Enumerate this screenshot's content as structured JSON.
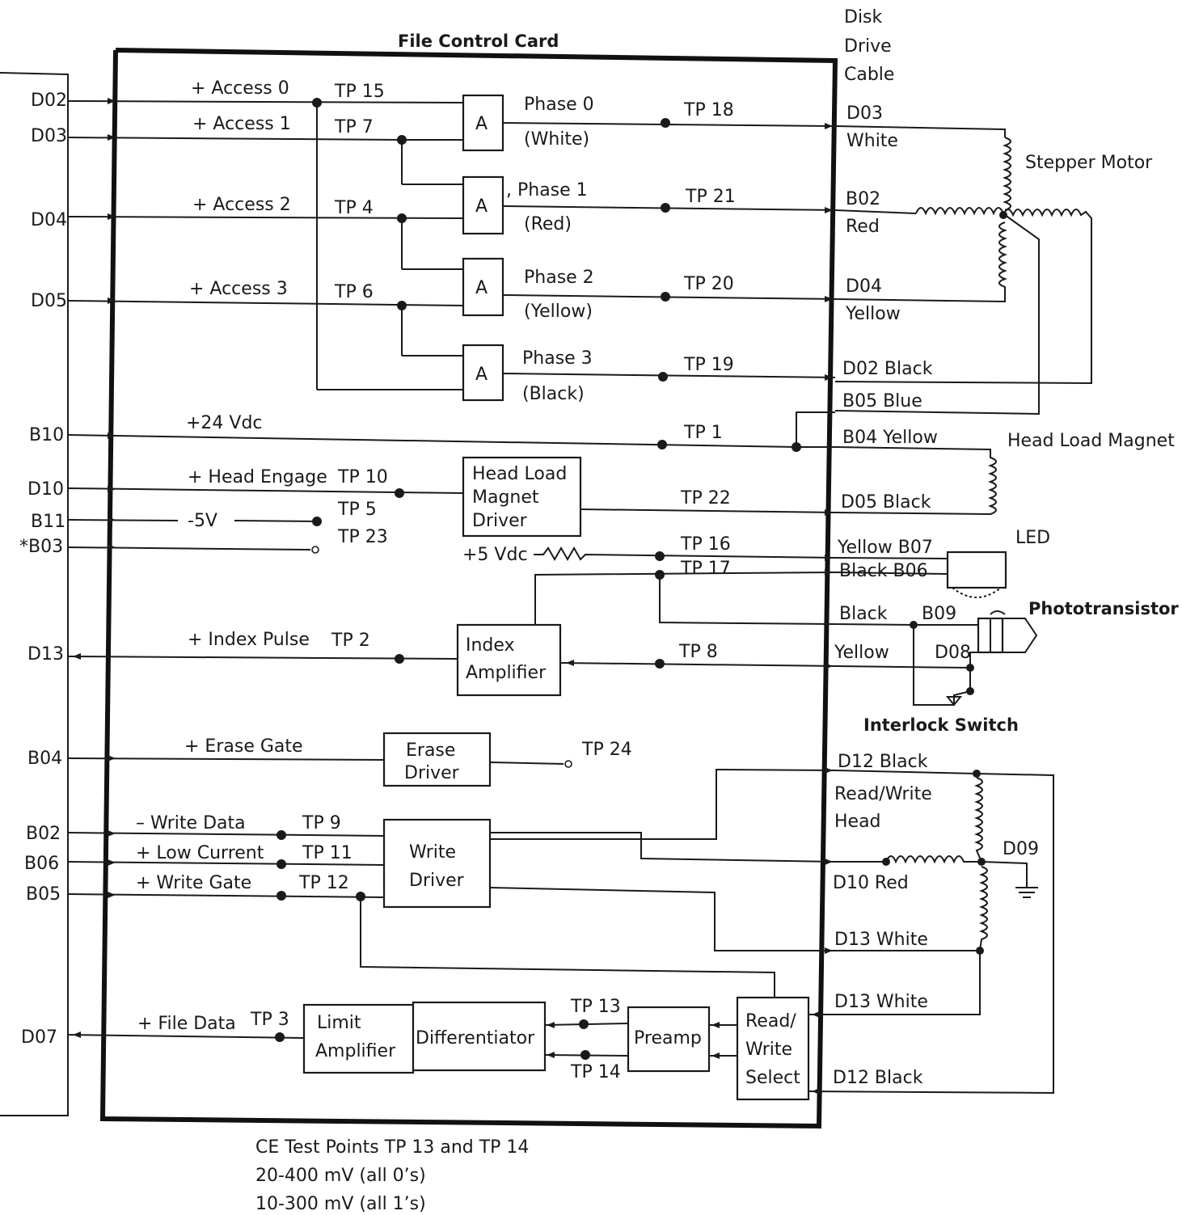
{
  "title": "File Control Card",
  "cable_label": [
    "Disk",
    "Drive",
    "Cable"
  ],
  "left_pins": [
    "D02",
    "D03",
    "D04",
    "D05",
    "B10",
    "D10",
    "B11",
    "*B03",
    "D13",
    "B04",
    "B02",
    "B06",
    "B05",
    "D07"
  ],
  "signals": {
    "access0": "+ Access 0",
    "access1": "+ Access 1",
    "access2": "+ Access 2",
    "access3": "+ Access 3",
    "v24": "+24 Vdc",
    "head_engage": "+ Head Engage",
    "minus5v": "-5V",
    "plus5v": "+5 Vdc",
    "index_pulse": "+ Index Pulse",
    "erase_gate": "+ Erase Gate",
    "write_data": "– Write Data",
    "low_current": "+ Low Current",
    "write_gate": "+ Write Gate",
    "file_data": "+ File Data"
  },
  "test_points": {
    "tp15": "TP 15",
    "tp7": "TP 7",
    "tp4": "TP 4",
    "tp6": "TP 6",
    "tp18": "TP 18",
    "tp21": "TP 21",
    "tp20": "TP 20",
    "tp19": "TP 19",
    "tp1": "TP 1",
    "tp10": "TP 10",
    "tp5": "TP 5",
    "tp23": "TP 23",
    "tp22": "TP 22",
    "tp16": "TP 16",
    "tp17": "TP 17",
    "tp2": "TP 2",
    "tp8": "TP 8",
    "tp24": "TP 24",
    "tp9": "TP 9",
    "tp11": "TP 11",
    "tp12": "TP 12",
    "tp3": "TP 3",
    "tp13": "TP 13",
    "tp14": "TP 14"
  },
  "gates": [
    "A",
    "A",
    "A",
    "A"
  ],
  "phases": [
    {
      "name": "Phase 0",
      "color": "(White)"
    },
    {
      "name": ", Phase 1",
      "color": "(Red)"
    },
    {
      "name": "Phase 2",
      "color": "(Yellow)"
    },
    {
      "name": "Phase 3",
      "color": "(Black)"
    }
  ],
  "blocks": {
    "head_load_driver": [
      "Head Load",
      "Magnet",
      "Driver"
    ],
    "index_amp": [
      "Index",
      "Amplifier"
    ],
    "erase_driver": [
      "Erase",
      "Driver"
    ],
    "write_driver": [
      "Write",
      "Driver"
    ],
    "limit_amp": [
      "Limit",
      "Amplifier"
    ],
    "differentiator": "Differentiator",
    "preamp": "Preamp",
    "rw_select": [
      "Read/",
      "Write",
      "Select"
    ]
  },
  "right_pins": {
    "d03": "D03",
    "white": "White",
    "b02": "B02",
    "red": "Red",
    "d04": "D04",
    "yellow": "Yellow",
    "d02_black": "D02   Black",
    "b05_blue": "B05   Blue",
    "b04_yellow": "B04   Yellow",
    "d05_black": "D05   Black",
    "yellow_b07": "Yellow B07",
    "black_b06": "Black  B06",
    "black": "Black",
    "b09": "B09",
    "yellow2": "Yellow",
    "d08": "D08",
    "d12_black": "D12 Black",
    "d10_red": "D10 Red",
    "d13_white": "D13 White",
    "d13_white2": "D13 White",
    "d12_black2": "D12 Black",
    "d09": "D09"
  },
  "components": {
    "stepper_motor": "Stepper Motor",
    "head_load_magnet": "Head Load Magnet",
    "led": "LED",
    "phototransistor": "Phototransistor",
    "interlock_switch": "Interlock Switch",
    "rw_head": [
      "Read/Write",
      "Head"
    ]
  },
  "notes": [
    "CE Test Points TP 13 and TP 14",
    "20-400 mV (all 0’s)",
    "10-300 mV (all 1’s)"
  ]
}
